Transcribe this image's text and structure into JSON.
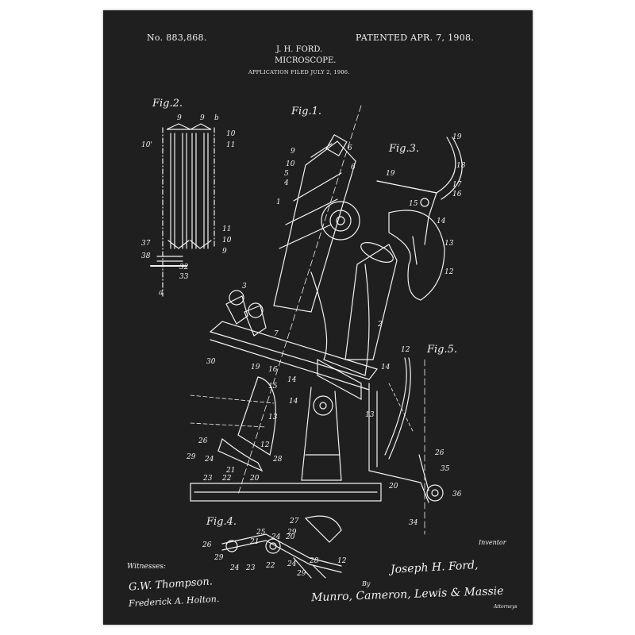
{
  "header": {
    "patent_number": "No. 883,868.",
    "patent_date": "PATENTED APR. 7, 1908.",
    "inventor_name": "J. H. FORD.",
    "invention": "MICROSCOPE.",
    "filed": "APPLICATION FILED JULY 2, 1906."
  },
  "figures": {
    "fig1": "Fig.1.",
    "fig2": "Fig.2.",
    "fig3": "Fig.3.",
    "fig4": "Fig.4.",
    "fig5": "Fig.5."
  },
  "footer": {
    "witnesses_label": "Witnesses:",
    "witness_1": "G.W. Thompson.",
    "witness_2": "Frederick A. Holton.",
    "inventor_label": "Inventor",
    "inventor_signature": "Joseph H. Ford,",
    "by_label": "By",
    "attorneys_signature": "Munro, Cameron, Lewis & Massie",
    "attorneys_label": "Attorneys"
  },
  "colors": {
    "background": "#1f1f1f",
    "ink": "#f2f2f2"
  }
}
